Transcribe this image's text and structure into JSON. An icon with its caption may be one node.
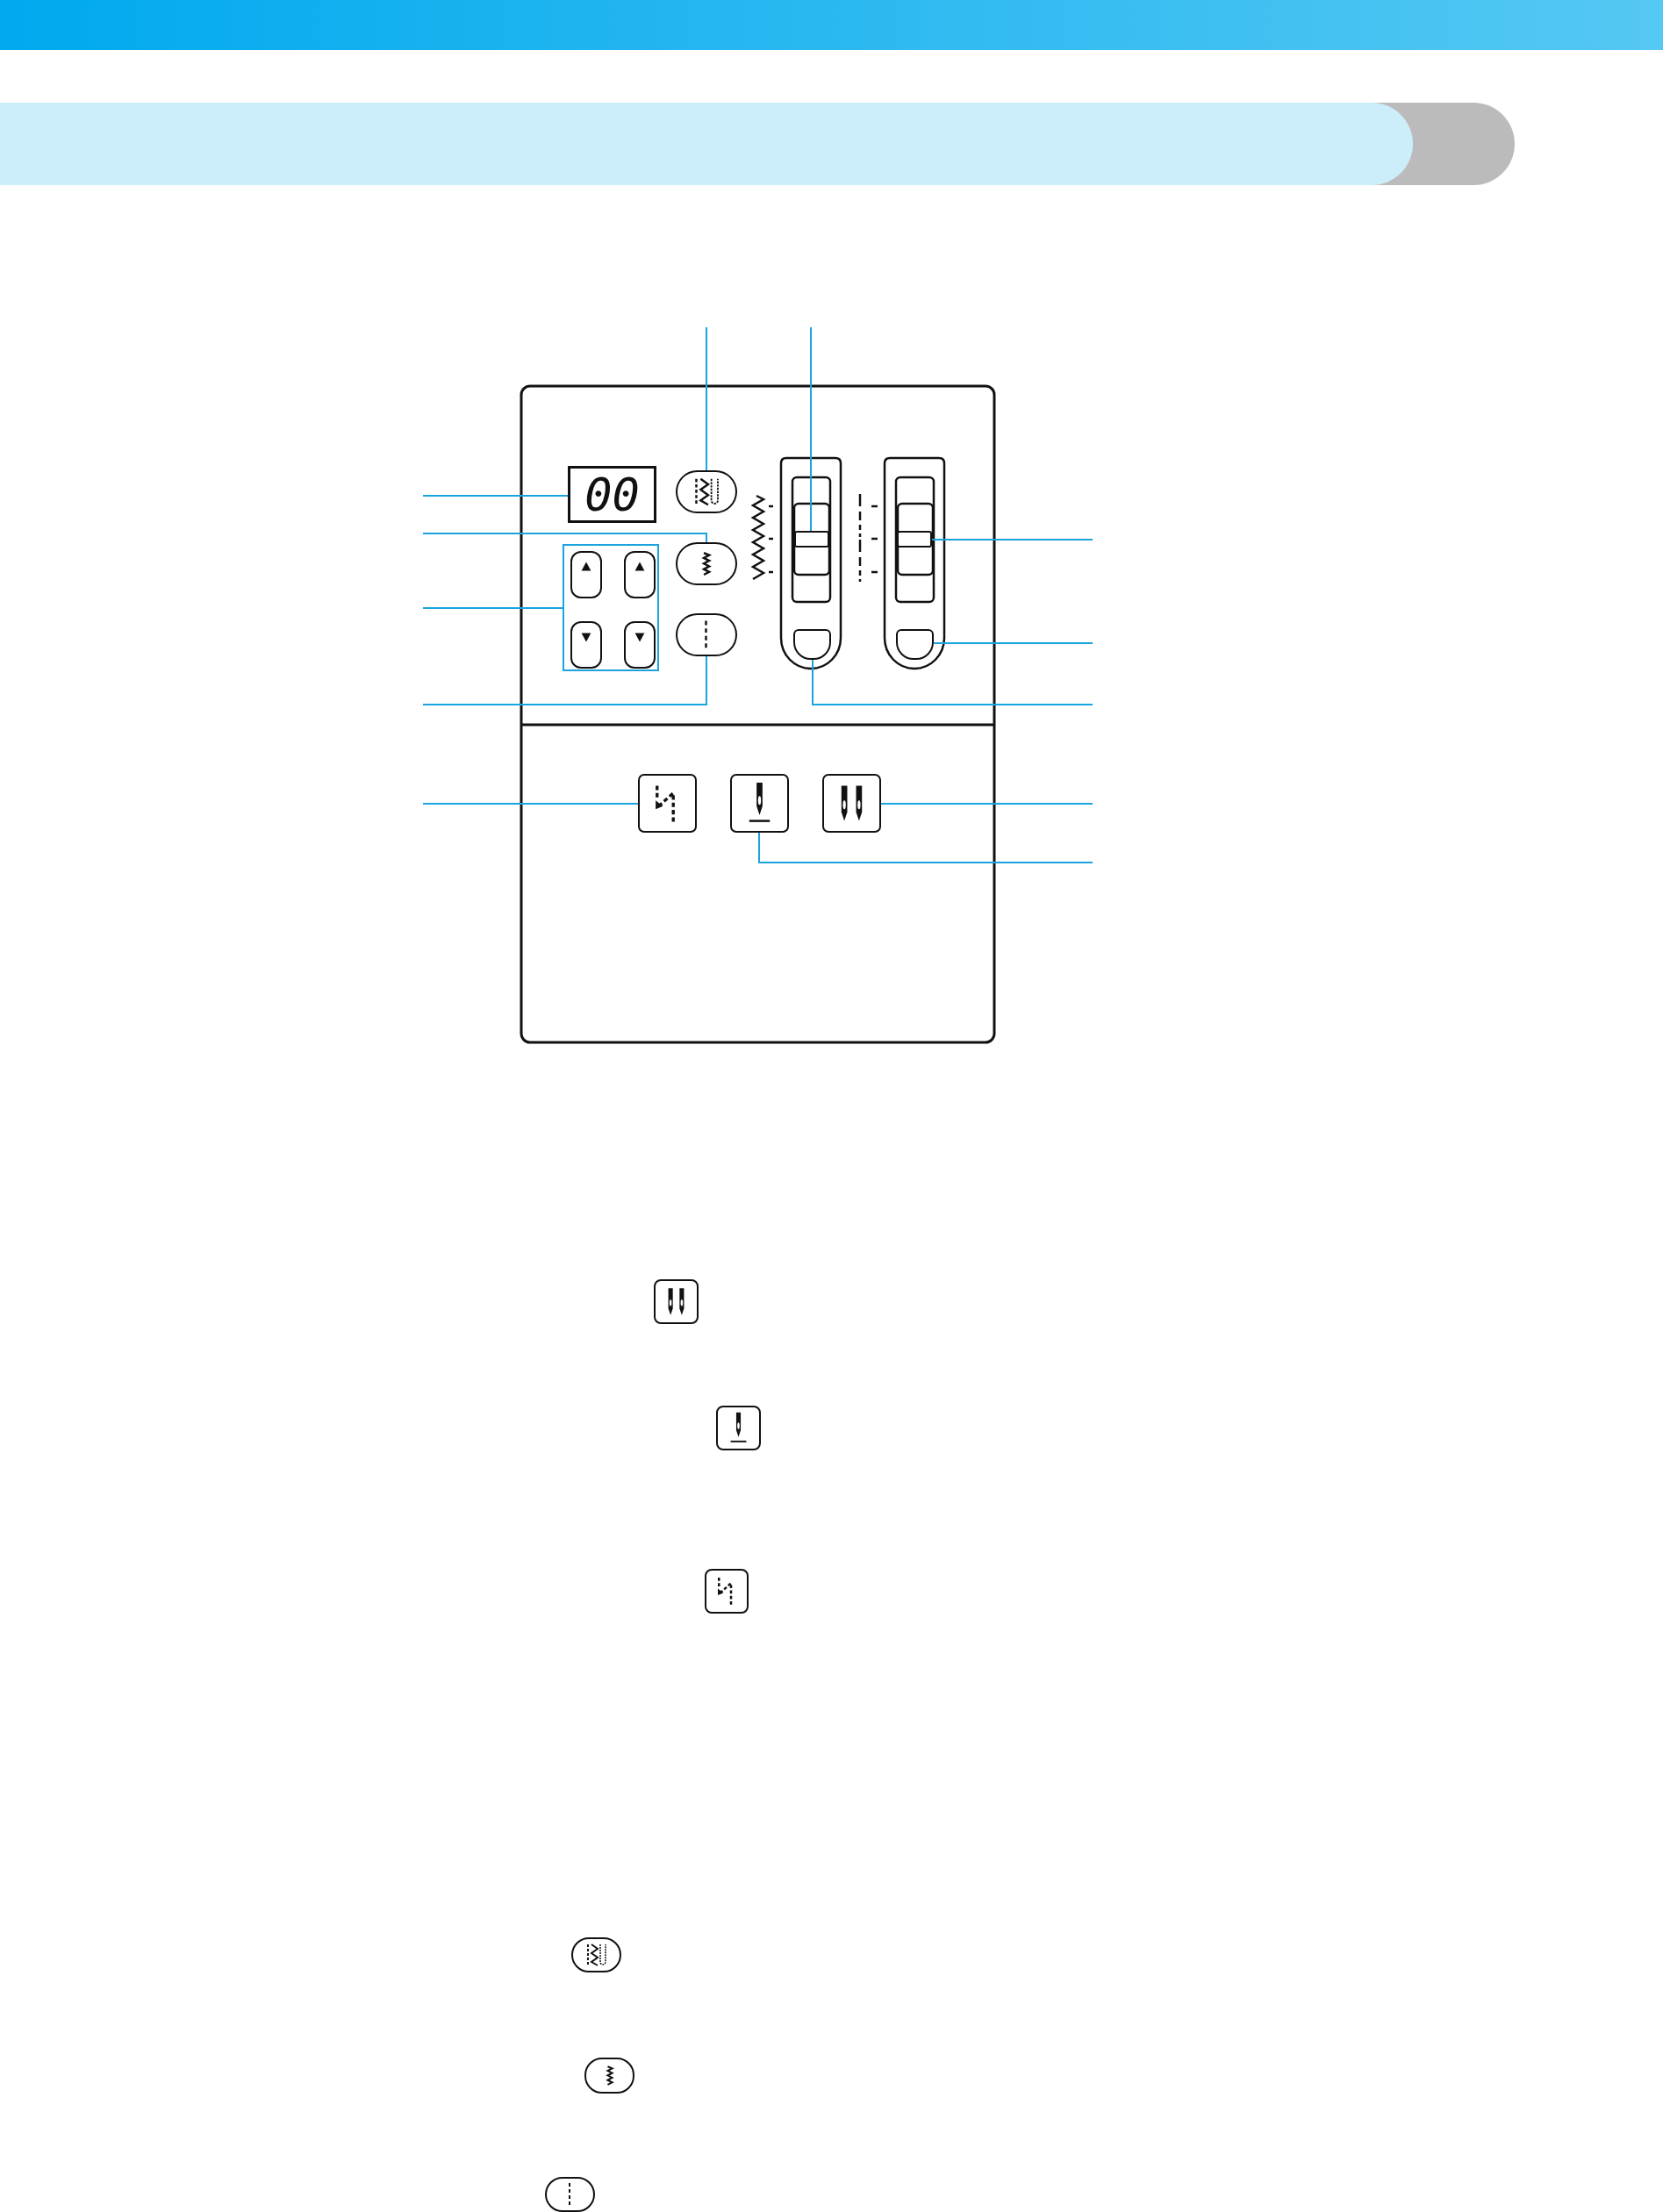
{
  "diagram": {
    "nodes": [
      {
        "text": [
          "00"
        ]
      },
      {
        "text": [],
        "shape": "oval"
      },
      {
        "text": [],
        "shape": "box"
      },
      {
        "text": [],
        "shape": "box"
      },
      {
        "text": [],
        "shape": "oval"
      },
      {
        "text": [],
        "shape": "box"
      },
      {
        "text": [],
        "shape": "oval"
      },
      {
        "text": [],
        "shape": "box"
      },
      {
        "text": [],
        "shape": "box"
      },
      {
        "text": [],
        "shape": "box"
      },
      {
        "text": [],
        "shape": "box"
      },
      {
        "text": [],
        "shape": "box"
      }
    ],
    "edges": [
      {
        "from": null,
        "to": 0,
        "arrow": "none"
      },
      {
        "from": null,
        "to": 1,
        "arrow": "none"
      },
      {
        "from": null,
        "to": 2,
        "arrow": "none"
      },
      {
        "from": null,
        "to": 3,
        "arrow": "none"
      },
      {
        "from": null,
        "to": 4,
        "arrow": "none"
      },
      {
        "from": null,
        "to": 5,
        "arrow": "none"
      },
      {
        "from": null,
        "to": 6,
        "arrow": "none"
      },
      {
        "from": null,
        "to": 7,
        "arrow": "none"
      },
      {
        "from": null,
        "to": 8,
        "arrow": "none"
      },
      {
        "from": null,
        "to": 9,
        "arrow": "none"
      },
      {
        "from": null,
        "to": 10,
        "arrow": "none"
      },
      {
        "from": null,
        "to": 11,
        "arrow": "none"
      }
    ]
  }
}
